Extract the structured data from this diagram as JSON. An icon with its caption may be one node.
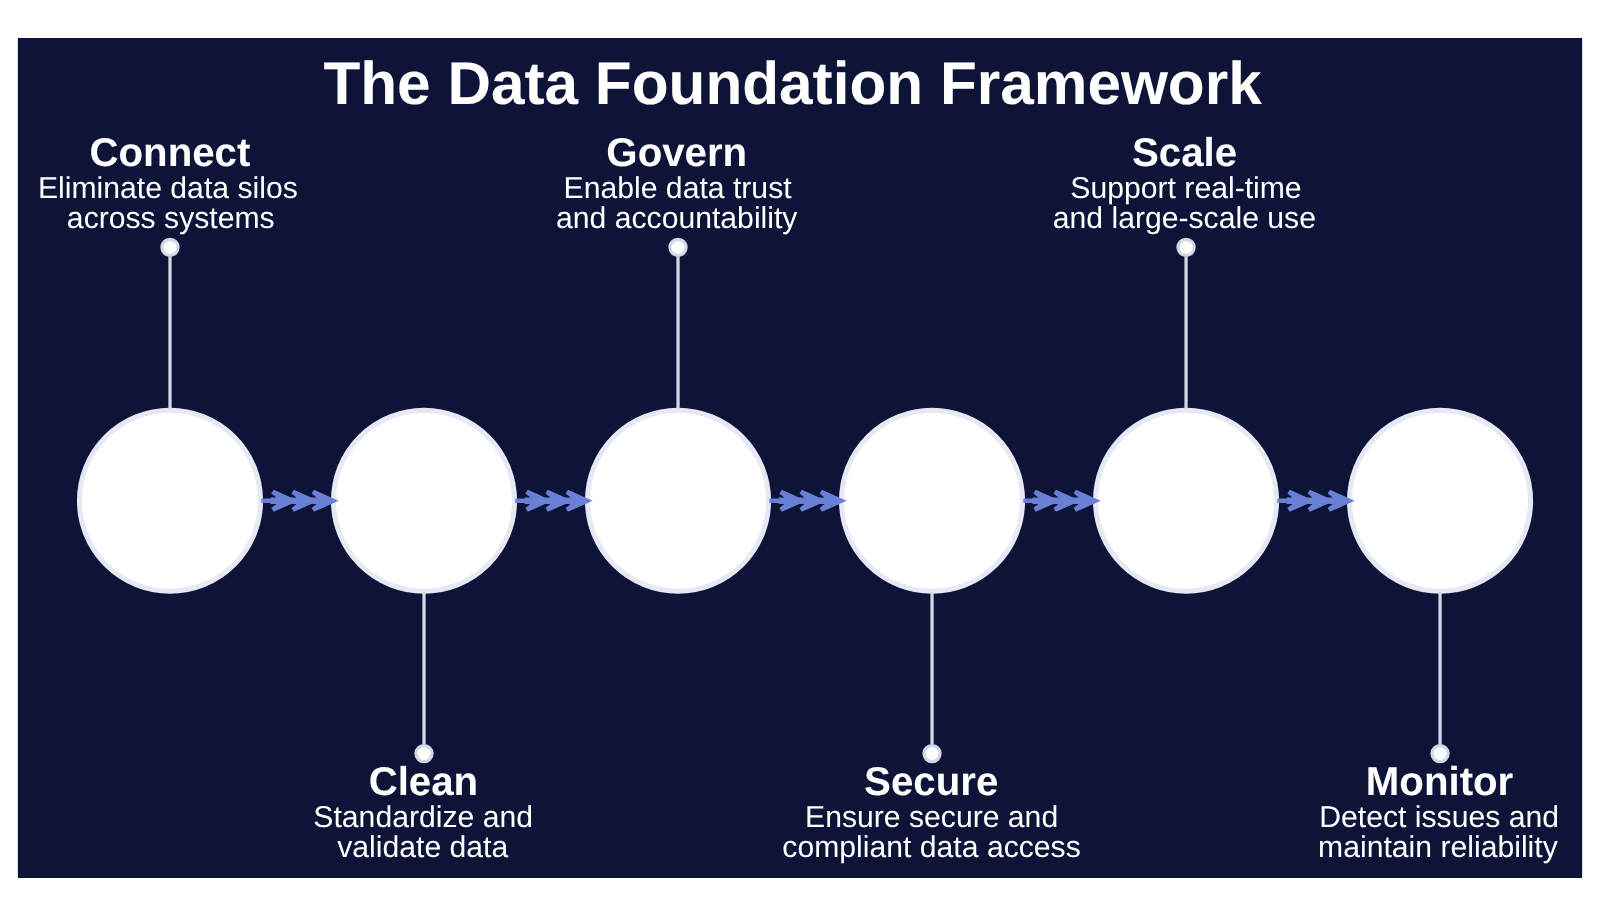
{
  "diagram": {
    "title": "The Data Foundation Framework",
    "nodes": [
      {
        "text": [
          "Connect",
          "Eliminate data silos across systems"
        ]
      },
      {
        "text": [],
        "shape": "circle"
      },
      {
        "text": [
          "Clean",
          "Standardize and validate data"
        ]
      },
      {
        "text": [],
        "shape": "circle"
      },
      {
        "text": [
          "Govern",
          "Enable data trust and accountability"
        ]
      },
      {
        "text": [],
        "shape": "circle"
      },
      {
        "text": [
          "Secure",
          "Ensure secure and compliant data access"
        ]
      },
      {
        "text": [],
        "shape": "circle"
      },
      {
        "text": [
          "Scale",
          "Support real-time and large-scale use"
        ]
      },
      {
        "text": [],
        "shape": "circle"
      },
      {
        "text": [
          "Monitor",
          "Detect issues and maintain reliability"
        ]
      },
      {
        "text": [],
        "shape": "circle"
      }
    ],
    "edges": [
      {
        "from": 0,
        "to": 1,
        "arrow": "other"
      },
      {
        "from": 2,
        "to": 3,
        "arrow": "other"
      },
      {
        "from": 4,
        "to": 5,
        "arrow": "other"
      },
      {
        "from": 6,
        "to": 7,
        "arrow": "other"
      },
      {
        "from": 8,
        "to": 9,
        "arrow": "other"
      },
      {
        "from": 10,
        "to": 11,
        "arrow": "other"
      },
      {
        "from": 1,
        "to": 3,
        "arrow": "to",
        "style": "dashed",
        "color": "#6a7fd6"
      },
      {
        "from": 3,
        "to": 5,
        "arrow": "to",
        "style": "dashed",
        "color": "#6a7fd6"
      },
      {
        "from": 5,
        "to": 7,
        "arrow": "to",
        "style": "dashed",
        "color": "#6a7fd6"
      },
      {
        "from": 7,
        "to": 9,
        "arrow": "to",
        "style": "dashed",
        "color": "#6a7fd6"
      },
      {
        "from": 9,
        "to": 11,
        "arrow": "to",
        "style": "dashed",
        "color": "#6a7fd6"
      }
    ]
  }
}
